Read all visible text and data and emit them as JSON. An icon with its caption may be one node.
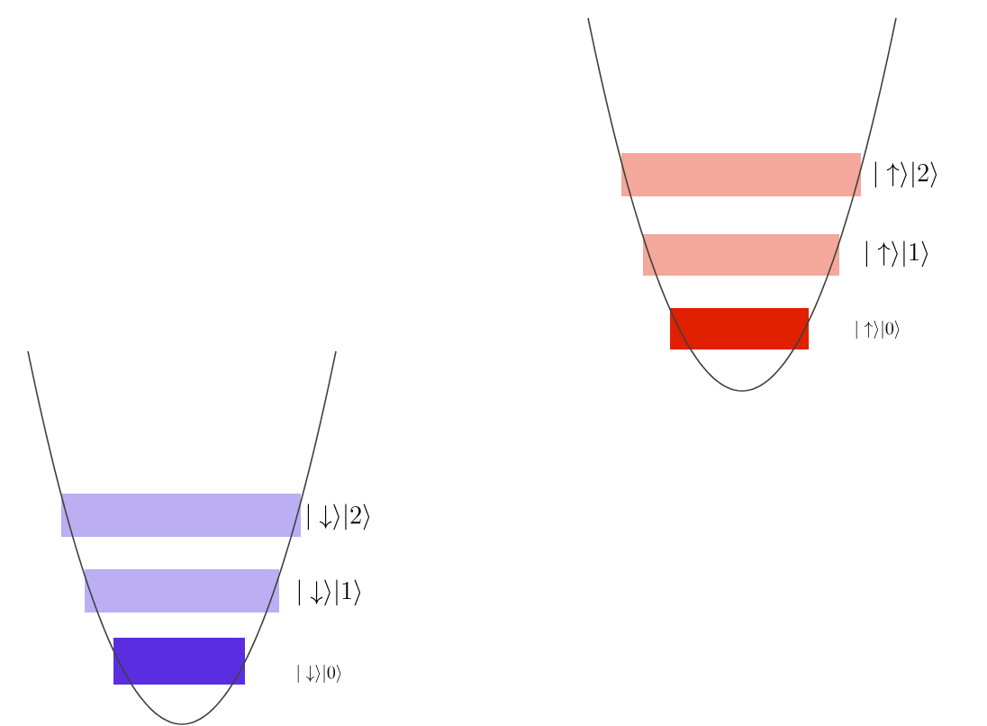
{
  "diagram": {
    "labels": [
      "|\\uparrow\\rangle|2\\rangle",
      "|\\uparrow\\rangle|1\\rangle",
      "|\\uparrow\\rangle|0\\rangle",
      "|\\downarrow\\rangle|2\\rangle",
      "|\\downarrow\\rangle|1\\rangle",
      "|\\downarrow\\rangle|0\\rangle"
    ]
  }
}
